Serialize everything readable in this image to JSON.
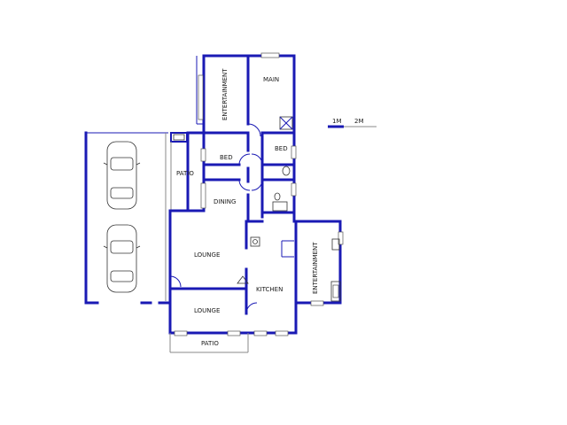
{
  "rooms": {
    "entertainment_top": "ENTERTAINMENT",
    "main": "MAIN",
    "bed_left": "BED",
    "bed_right": "BED",
    "patio_left": "PATIO",
    "dining": "DINING",
    "lounge_upper": "LOUNGE",
    "lounge_lower": "LOUNGE",
    "kitchen": "KITCHEN",
    "entertainment_right": "ENTERTAINMENT",
    "patio_bottom": "PATIO"
  },
  "scale_bar": {
    "label_1": "1M",
    "label_2": "2M"
  },
  "colors": {
    "wall": "#1a1ab4"
  }
}
